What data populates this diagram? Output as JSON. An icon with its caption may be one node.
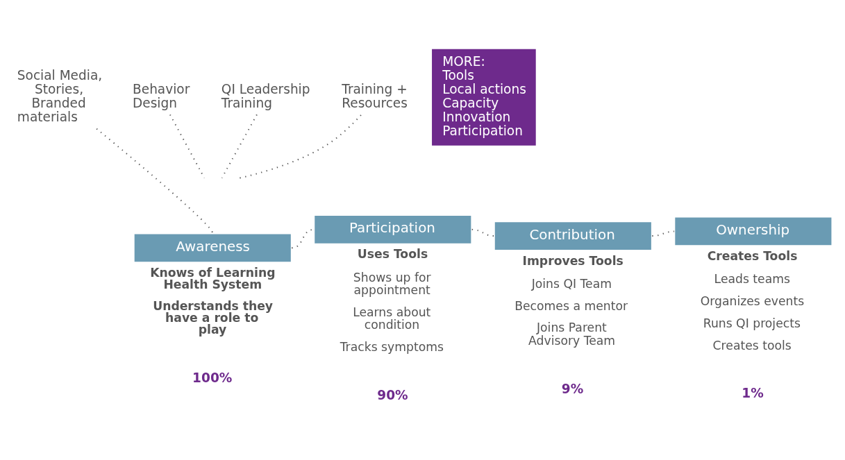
{
  "diagram": {
    "nodes": [
      {
        "text": [
          "Social Media, Stories, Branded materials"
        ]
      },
      {
        "text": [
          "Behavior Design"
        ]
      },
      {
        "text": [
          "QI Leadership Training"
        ]
      },
      {
        "text": [
          "Training + Resources"
        ]
      },
      {
        "text": [
          "MORE:",
          "Tools",
          "Local actions",
          "Capacity",
          "Innovation",
          "Participation"
        ]
      },
      {
        "text": [
          "Awareness"
        ],
        "beside": [
          "Knows of Learning Health System",
          "Understands they have a role to play",
          "100%"
        ]
      },
      {
        "text": [
          "Participation"
        ],
        "beside": [
          "Uses Tools",
          "Shows up for appointment",
          "Learns about condition",
          "Tracks symptoms",
          "90%"
        ]
      },
      {
        "text": [
          "Contribution"
        ],
        "beside": [
          "Improves Tools",
          "Joins QI Team",
          "Becomes a mentor",
          "Joins Parent Advisory Team",
          "9%"
        ]
      },
      {
        "text": [
          "Ownership"
        ],
        "beside": [
          "Creates Tools",
          "Leads teams",
          "Organizes events",
          "Runs QI projects",
          "Creates tools",
          "1%"
        ]
      }
    ],
    "edges": [
      {
        "from": 0,
        "to": 5,
        "arrow": "none",
        "style": "dashed"
      },
      {
        "from": 1,
        "to": null,
        "arrow": "none",
        "style": "dashed"
      },
      {
        "from": 2,
        "to": null,
        "arrow": "none",
        "style": "dashed"
      },
      {
        "from": 3,
        "to": null,
        "arrow": "none",
        "style": "dashed"
      },
      {
        "from": 5,
        "to": 6,
        "arrow": "none",
        "style": "dashed"
      },
      {
        "from": 6,
        "to": 7,
        "arrow": "none",
        "style": "dashed"
      },
      {
        "from": 7,
        "to": 8,
        "arrow": "none",
        "style": "dashed"
      }
    ]
  }
}
